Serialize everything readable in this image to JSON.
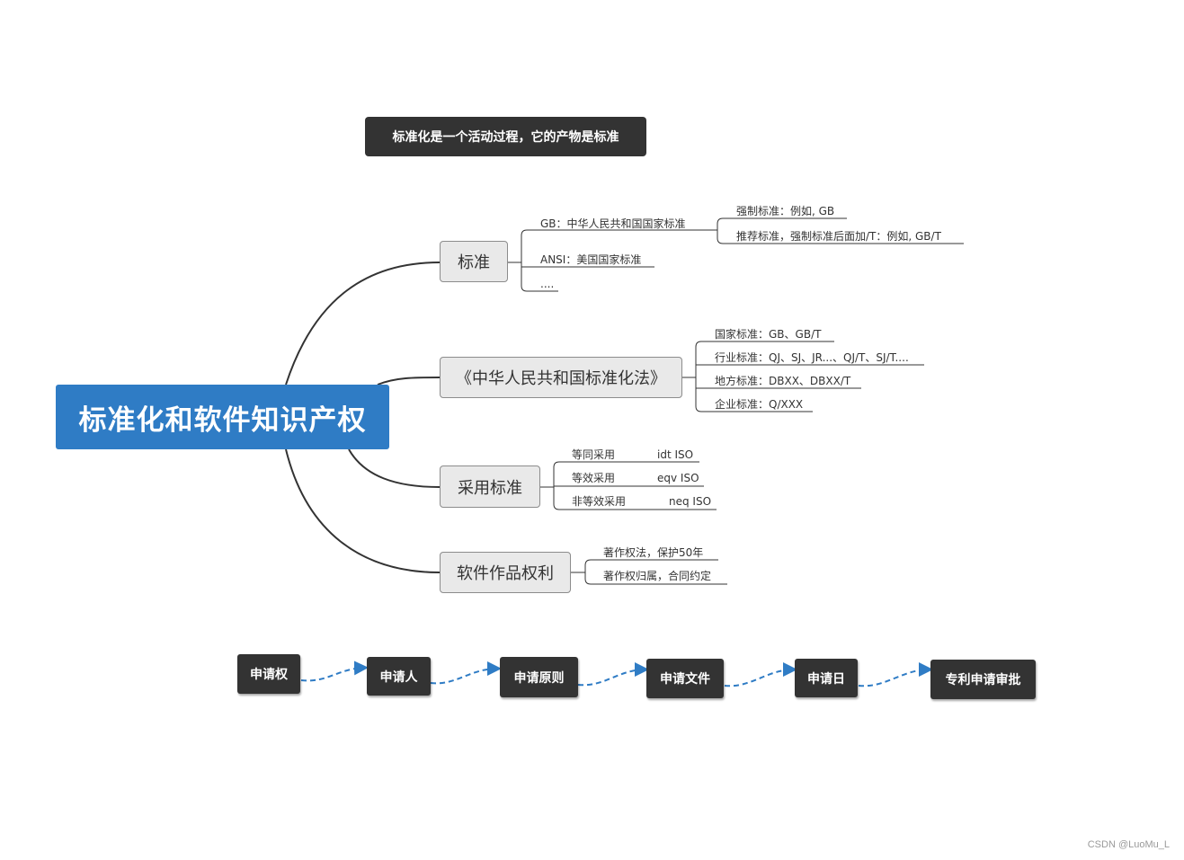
{
  "note": "标准化是一个活动过程，它的产物是标准",
  "root": "标准化和软件知识产权",
  "branches": [
    {
      "label": "标准",
      "children": [
        {
          "label": "GB：中华人民共和国国家标准",
          "children": [
            "强制标准：例如, GB",
            "推荐标准，强制标准后面加/T：例如, GB/T"
          ]
        },
        {
          "label": "ANSI：美国国家标准"
        },
        {
          "label": "...."
        }
      ]
    },
    {
      "label": "《中华人民共和国标准化法》",
      "children": [
        "国家标准：GB、GB/T",
        "行业标准：QJ、SJ、JR...、QJ/T、SJ/T....",
        "地方标准：DBXX、DBXX/T",
        "企业标准：Q/XXX"
      ]
    },
    {
      "label": "采用标准",
      "children": [
        {
          "name": "等同采用",
          "code": "idt ISO"
        },
        {
          "name": "等效采用",
          "code": "eqv ISO"
        },
        {
          "name": "非等效采用",
          "code": "neq ISO"
        }
      ]
    },
    {
      "label": "软件作品权利",
      "children": [
        "著作权法，保护50年",
        "著作权归属，合同约定"
      ]
    }
  ],
  "flow": [
    "申请权",
    "申请人",
    "申请原则",
    "申请文件",
    "申请日",
    "专利申请审批"
  ],
  "colors": {
    "root": "#2f7cc5",
    "dark_node": "#333333",
    "branch_fill": "#e9e9e9",
    "flow_arrow": "#2f7cc5"
  },
  "watermark": "CSDN @LuoMu_L"
}
